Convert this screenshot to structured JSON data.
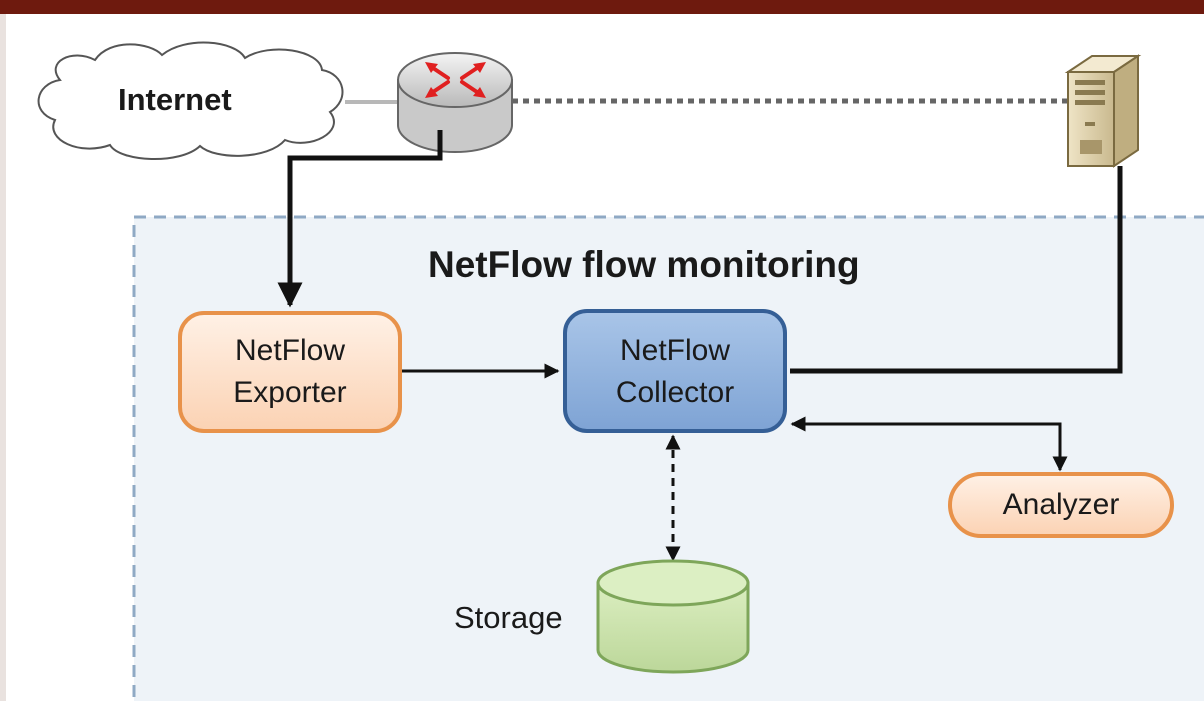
{
  "internet_label": "Internet",
  "zone_title": "NetFlow flow monitoring",
  "exporter": {
    "line1": "NetFlow",
    "line2": "Exporter"
  },
  "collector": {
    "line1": "NetFlow",
    "line2": "Collector"
  },
  "analyzer_label": "Analyzer",
  "storage_label": "Storage",
  "colors": {
    "header_bar": "#6e1a0e",
    "zone_fill": "#eef3f8",
    "zone_border": "#8fa9c4",
    "orange_border": "#e8924a",
    "orange_fill": "#fde3cf",
    "blue_border": "#355f96",
    "blue_fill": "#8fb2de",
    "green_fill": "#cfe3b0",
    "green_border": "#7ea65a"
  },
  "icons": [
    "cloud-icon",
    "router-icon",
    "server-icon",
    "database-icon"
  ]
}
